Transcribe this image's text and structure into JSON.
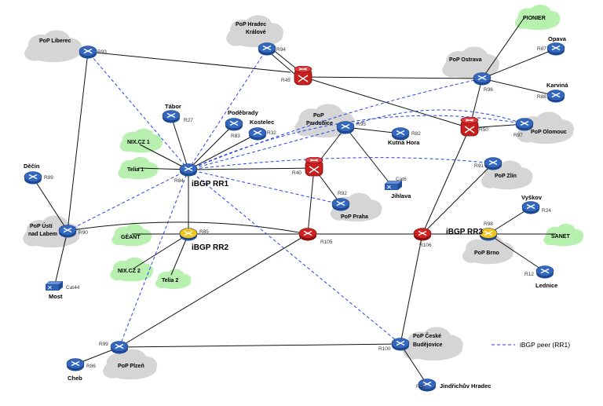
{
  "colors": {
    "cloud_gray": "#d3d3d3",
    "cloud_green": "#b6f2b0",
    "router_blue": "#2f62b6",
    "rr_yellow": "#f0c419",
    "router_red": "#cc2222",
    "ibgp_line": "#2244ee",
    "link_line": "#111111"
  },
  "legend": {
    "text": "iBGP peer (RR1)"
  },
  "pops": {
    "liberec": "PoP Liberec",
    "hradec_1": "PoP Hradec",
    "hradec_2": "Králové",
    "ostrava": "PoP Ostrava",
    "pardubice_1": "PoP",
    "pardubice_2": "Pardubice",
    "olomouc": "PoP Olomouc",
    "zlin": "PoP Zlín",
    "praha": "PoP Praha",
    "usti_1": "PoP Ústí",
    "usti_2": "nad Labem",
    "brno": "PoP Brno",
    "plzen": "PoP Plzeň",
    "cb_1": "PoP České",
    "cb_2": "Budějovice"
  },
  "externals": {
    "pioneer": "PIONIER",
    "nixcz1": "NIX.CZ 1",
    "telia1": "Telia 1",
    "geant": "GÉANT",
    "nixcz2": "NIX.CZ 2",
    "telia2": "Telia 2",
    "sanet": "SANET"
  },
  "labels": {
    "rr1": "iBGP RR1",
    "rr2": "iBGP RR2",
    "rr3": "iBGP RR3",
    "tabor": "Tábor",
    "podebrady": "Poděbrady",
    "kostelec": "Kostelec",
    "kutna_hora": "Kutná Hora",
    "jihlava": "Jihlava",
    "decin": "Děčín",
    "most": "Most",
    "cheb": "Cheb",
    "opava": "Opava",
    "karvina": "Karviná",
    "vyskov": "Vyškov",
    "lednice": "Lednice",
    "jh": "Jindřichův Hradec"
  },
  "router_ids": {
    "r93": "R93",
    "r94": "R94",
    "r45": "R45",
    "r96": "R96",
    "r87": "R87",
    "r88": "R88",
    "r27": "R27",
    "r83": "R83",
    "r32": "R32",
    "r95": "R95",
    "r82": "R82",
    "r50": "R50",
    "r97": "R97",
    "r91": "R91",
    "r89": "R89",
    "r84": "R84",
    "r40": "R40",
    "cat6": "Cat6",
    "r92": "R92",
    "r90": "R90",
    "r85": "R85",
    "r105": "R105",
    "r106": "R106",
    "r98": "R98",
    "r24": "R24",
    "r12": "R12",
    "cat44": "Cat44",
    "r99": "R99",
    "r86": "R86",
    "r100": "R100",
    "r26": "R26"
  }
}
